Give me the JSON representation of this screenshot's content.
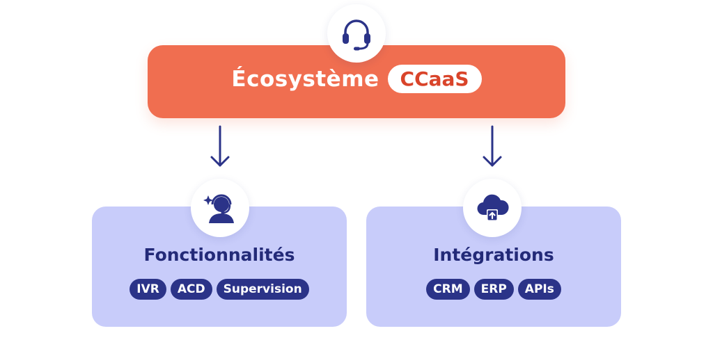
{
  "top": {
    "title_word": "Écosystème",
    "title_pill": "CCaaS",
    "icon": "headset-icon"
  },
  "cards": [
    {
      "title": "Fonctionnalités",
      "icon": "support-agent-icon",
      "tags": [
        "IVR",
        "ACD",
        "Supervision"
      ]
    },
    {
      "title": "Intégrations",
      "icon": "cloud-upload-icon",
      "tags": [
        "CRM",
        "ERP",
        "APIs"
      ]
    }
  ],
  "colors": {
    "top_box": "#f06e50",
    "pill_text": "#d9442a",
    "card_bg": "#c8ccfa",
    "navy": "#2b3388",
    "title_text": "#232a78"
  }
}
